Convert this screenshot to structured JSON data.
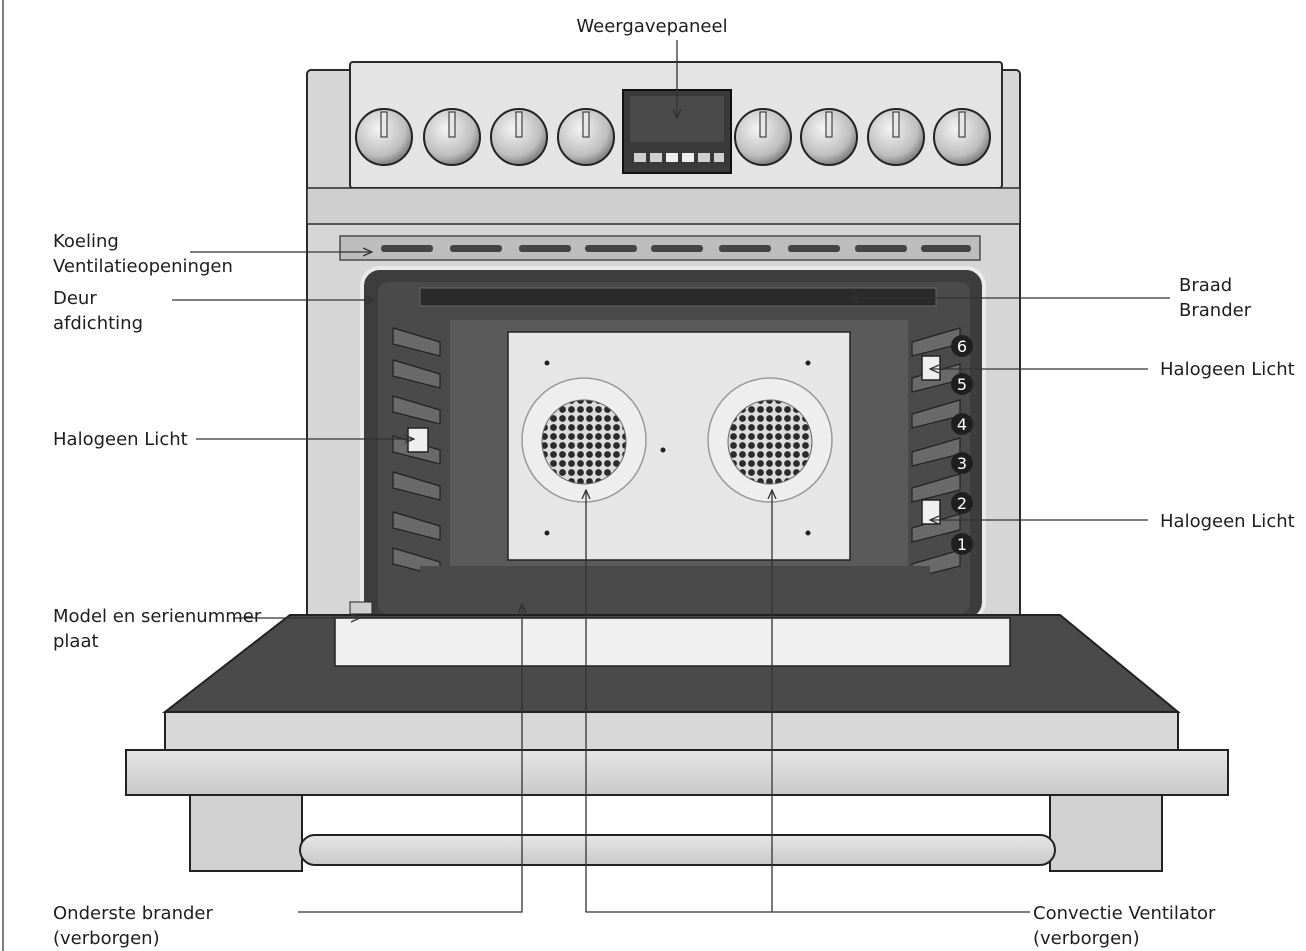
{
  "labels": {
    "display_panel": "Weergavepaneel",
    "cooling_vents": [
      "Koeling",
      "Ventilatieopeningen"
    ],
    "door_seal": [
      "Deur",
      "afdichting"
    ],
    "halogen_light_left": "Halogeen Licht",
    "model_serial_plate": [
      "Model en serienummer",
      "plaat"
    ],
    "bottom_burner": [
      "Onderste brander",
      "(verborgen)"
    ],
    "broil_burner": [
      "Braad",
      "Brander"
    ],
    "halogen_light_right_upper": "Halogeen Licht",
    "halogen_light_right_lower": "Halogeen Licht",
    "convection_fan": [
      "Convectie Ventilator",
      "(verborgen)"
    ]
  },
  "rack_positions": [
    "6",
    "5",
    "4",
    "3",
    "2",
    "1"
  ],
  "colors": {
    "steel": "#d9d9d9",
    "steel_dark": "#a8a8a8",
    "cavity_dark": "#3a3a3a",
    "back_panel": "#e4e4e4",
    "outline": "#2a2a2a",
    "leader": "#333333"
  }
}
